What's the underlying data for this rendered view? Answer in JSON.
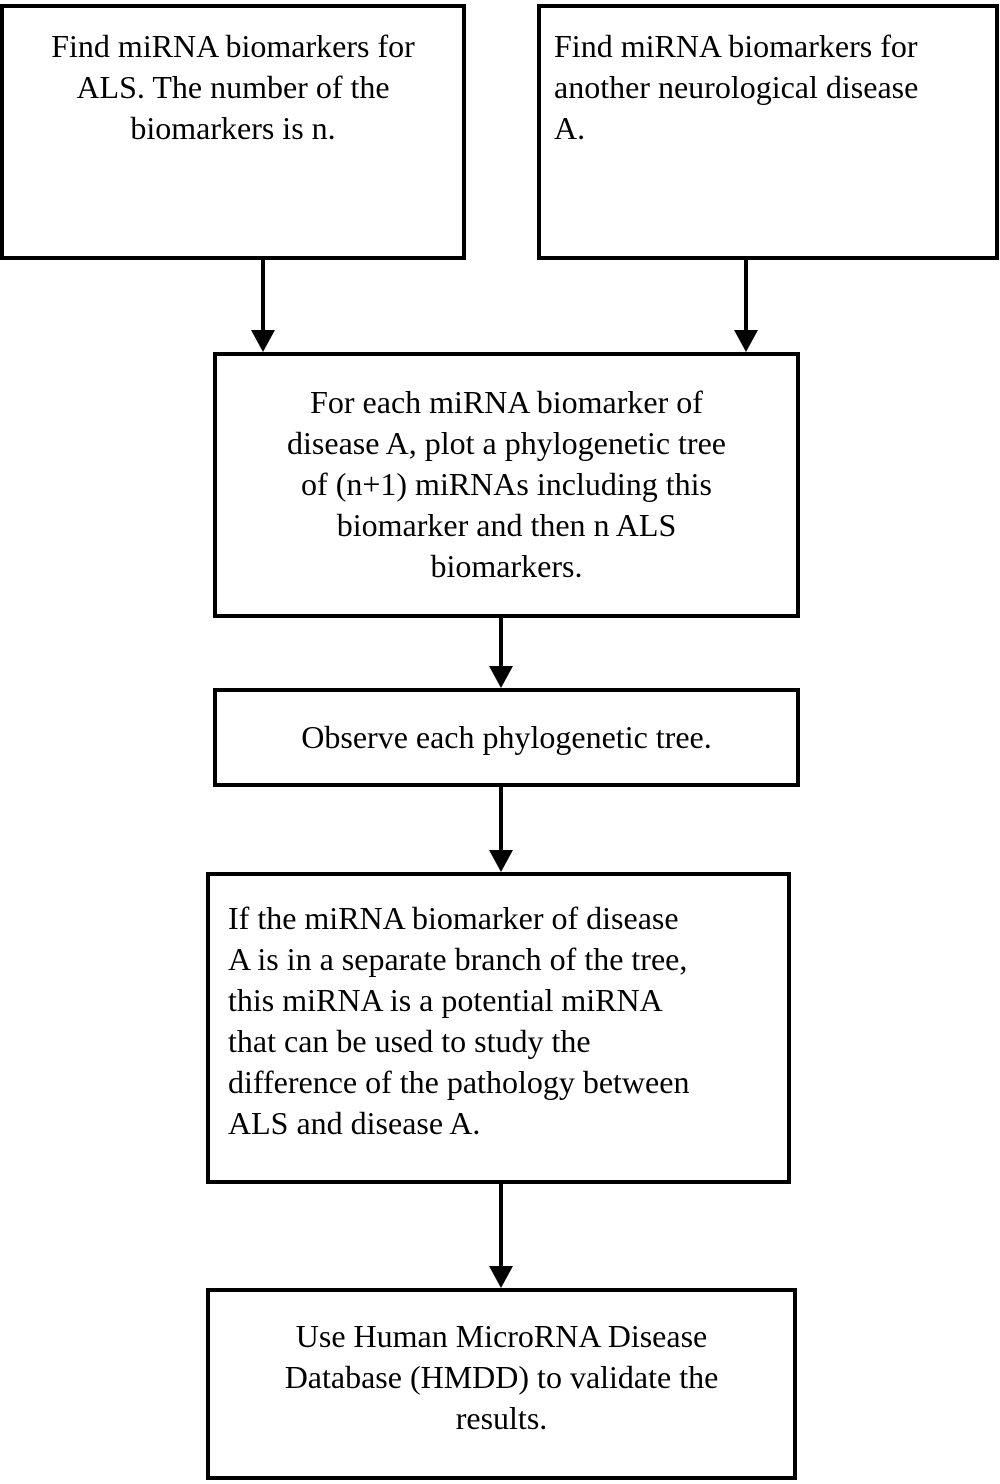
{
  "colors": {
    "border": "#000000",
    "background": "#ffffff",
    "text": "#000000"
  },
  "boxes": {
    "find_als": {
      "lines": [
        "Find miRNA biomarkers for",
        "ALS. The number of the",
        "biomarkers is n."
      ]
    },
    "find_other": {
      "lines": [
        "Find miRNA biomarkers for",
        "another neurological disease",
        "A."
      ]
    },
    "plot_tree": {
      "lines": [
        "For each miRNA biomarker of",
        "disease A, plot a phylogenetic tree",
        "of (n+1) miRNAs including this",
        "biomarker and then n ALS",
        "biomarkers."
      ]
    },
    "observe": {
      "lines": [
        "Observe each phylogenetic tree."
      ]
    },
    "separate_branch": {
      "lines": [
        "If the miRNA biomarker of disease",
        "A is in a separate branch of the tree,",
        "this miRNA is a potential miRNA",
        "that can be used to study the",
        "difference of the pathology between",
        "ALS and disease A."
      ]
    },
    "validate": {
      "lines": [
        "Use Human MicroRNA Disease",
        "Database (HMDD) to validate the",
        "results."
      ]
    }
  }
}
